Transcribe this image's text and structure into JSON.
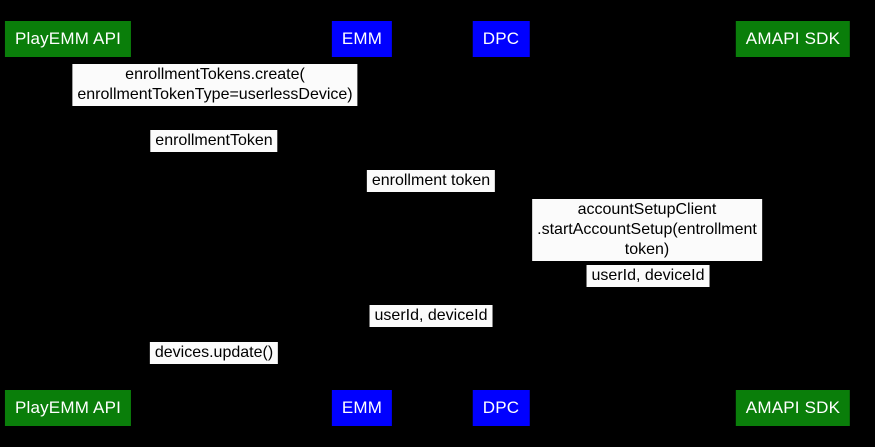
{
  "diagram": {
    "type": "sequence-diagram",
    "colors": {
      "background": "#000000",
      "green": "#0a7e0a",
      "blue": "#0000ff",
      "actor_text": "#ffffff",
      "label_bg": "#fbfbfb",
      "label_text": "#000000"
    },
    "actors": [
      {
        "id": "playemm-api",
        "label": "PlayEMM API",
        "color": "green"
      },
      {
        "id": "emm",
        "label": "EMM",
        "color": "blue"
      },
      {
        "id": "dpc",
        "label": "DPC",
        "color": "blue"
      },
      {
        "id": "amapi-sdk",
        "label": "AMAPI SDK",
        "color": "green"
      }
    ],
    "messages": [
      {
        "text": "enrollmentTokens.create(\nenrollmentTokenType=userlessDevice)"
      },
      {
        "text": "enrollmentToken"
      },
      {
        "text": "enrollment token"
      },
      {
        "text": "accountSetupClient\n.startAccountSetup(entrollment token)"
      },
      {
        "text": "userId, deviceId"
      },
      {
        "text": "userId, deviceId"
      },
      {
        "text": "devices.update()"
      }
    ]
  }
}
